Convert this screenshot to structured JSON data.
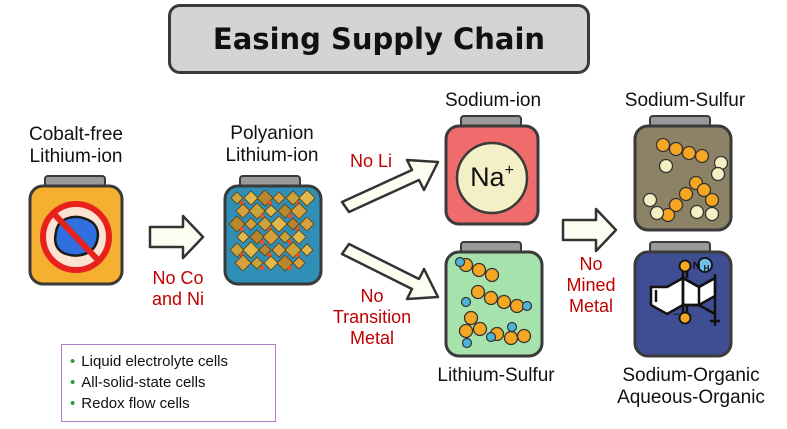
{
  "title": "Easing Supply Chain",
  "batteries": {
    "cobalt_free": {
      "label_line1": "Cobalt-free",
      "label_line2": "Lithium-ion",
      "color": "#f6b02f"
    },
    "polyanion": {
      "label_line1": "Polyanion",
      "label_line2": "Lithium-ion",
      "color": "#2f8fb6"
    },
    "sodium_ion": {
      "label": "Sodium-ion",
      "badge": "Na",
      "badge_sup": "+",
      "color": "#f06b6b"
    },
    "lithium_sulfur": {
      "label": "Lithium-Sulfur",
      "color": "#a6e3ac"
    },
    "sodium_sulfur": {
      "label": "Sodium-Sulfur",
      "color": "#8c8266"
    },
    "sodium_organic": {
      "label_line1": "Sodium-Organic",
      "label_line2": "Aqueous-Organic",
      "color": "#3f4e93"
    }
  },
  "transitions": {
    "no_co_ni": {
      "line1": "No Co",
      "line2": "and Ni"
    },
    "no_li": {
      "line1": "No Li"
    },
    "no_transition_metal": {
      "line1": "No",
      "line2": "Transition",
      "line3": "Metal"
    },
    "no_mined_metal": {
      "line1": "No",
      "line2": "Mined",
      "line3": "Metal"
    }
  },
  "legend": {
    "items": [
      "Liquid electrolyte cells",
      "All-solid-state cells",
      "Redox flow cells"
    ]
  },
  "organic_molecule": {
    "nh_label": "N",
    "nh_sub": "H"
  }
}
